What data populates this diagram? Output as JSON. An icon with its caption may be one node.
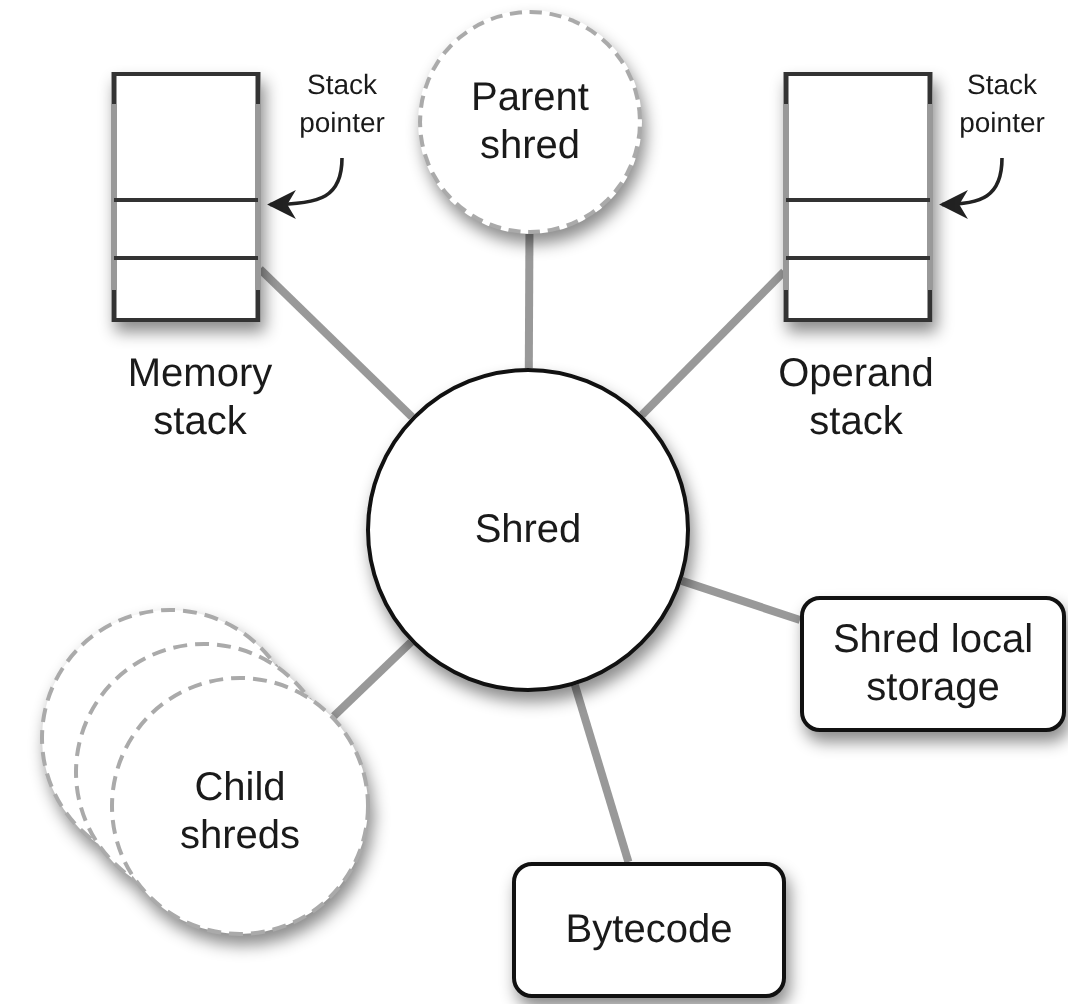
{
  "diagram": {
    "nodes": [
      {
        "text": [
          "Memory stack"
        ]
      },
      {
        "text": [
          "Stack pointer"
        ]
      },
      {
        "text": [
          "Parent shred"
        ]
      },
      {
        "text": [
          "Operand stack"
        ]
      },
      {
        "text": [
          "Stack pointer"
        ]
      },
      {
        "text": [
          "Shred"
        ]
      },
      {
        "text": [
          "Child shreds"
        ]
      },
      {
        "text": [
          "Shred local storage"
        ]
      },
      {
        "text": [
          "Bytecode"
        ]
      }
    ],
    "edges": [
      {
        "from": 1,
        "to": 0,
        "arrow": "to",
        "color": "#222222"
      },
      {
        "from": 4,
        "to": 3,
        "arrow": "to",
        "color": "#222222"
      },
      {
        "from": 0,
        "to": 5,
        "arrow": "none"
      },
      {
        "from": 2,
        "to": 5,
        "arrow": "none"
      },
      {
        "from": 3,
        "to": 5,
        "arrow": "none"
      },
      {
        "from": 5,
        "to": 6,
        "arrow": "none"
      },
      {
        "from": 5,
        "to": 7,
        "arrow": "none"
      },
      {
        "from": 5,
        "to": 8,
        "arrow": "none"
      }
    ]
  }
}
